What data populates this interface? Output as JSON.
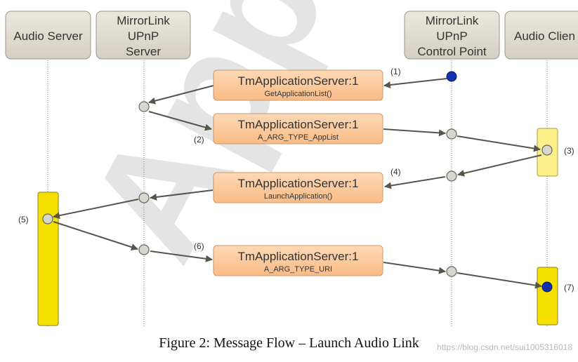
{
  "lanes": [
    {
      "id": "audio_server",
      "label": [
        "Audio Server"
      ]
    },
    {
      "id": "upnp_server",
      "label": [
        "MirrorLink",
        "UPnP",
        "Server"
      ]
    },
    {
      "id": "control_point",
      "label": [
        "MirrorLink",
        "UPnP",
        "Control Point"
      ]
    },
    {
      "id": "audio_client",
      "label": [
        "Audio Clien"
      ]
    }
  ],
  "messages": [
    {
      "title": "TmApplicationServer:1",
      "sub": "GetApplicationList()",
      "step": "(1)"
    },
    {
      "title": "TmApplicationServer:1",
      "sub": "A_ARG_TYPE_AppList",
      "step": "(2)"
    },
    {
      "title": "TmApplicationServer:1",
      "sub": "LaunchApplication()",
      "step": "(4)"
    },
    {
      "title": "TmApplicationServer:1",
      "sub": "A_ARG_TYPE_URI",
      "step": "(6)"
    }
  ],
  "step_labels": {
    "s3": "(3)",
    "s5": "(5)",
    "s7": "(7)"
  },
  "watermark": "App",
  "caption": "Figure 2: Message Flow – Launch Audio Link",
  "site_watermark": "https://blog.csdn.net/sui1005316018",
  "colors": {
    "lane_box": "#dcd8cc",
    "message_box": "#fcc89b",
    "activation_bright": "#f5e000",
    "activation_pale": "#fbf08a",
    "node": "#d9d6cb",
    "start_dot": "#1030b0",
    "arrow": "#55554a"
  }
}
